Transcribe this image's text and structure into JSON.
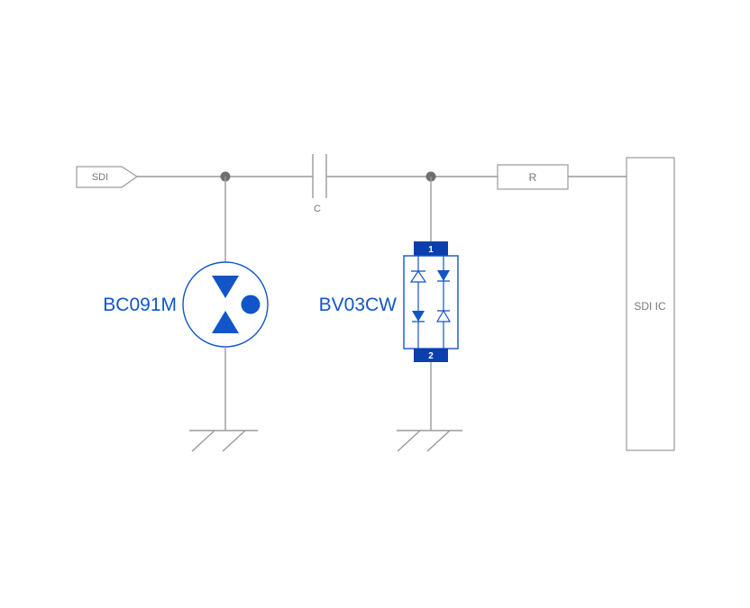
{
  "diagram": {
    "type": "circuit-schematic",
    "labels": {
      "input": "SDI",
      "capacitor": "C",
      "resistor": "R",
      "ic": "SDI IC",
      "bc091m": "BC091M",
      "bv03cw": "BV03CW",
      "bv03cw_pin1": "1",
      "bv03cw_pin2": "2"
    },
    "colors": {
      "blue": "#1155c8",
      "blue_dark": "#0b3fae",
      "wire": "#9a9a9a",
      "text_gray": "#777777",
      "junction": "#6f6f6f"
    }
  }
}
